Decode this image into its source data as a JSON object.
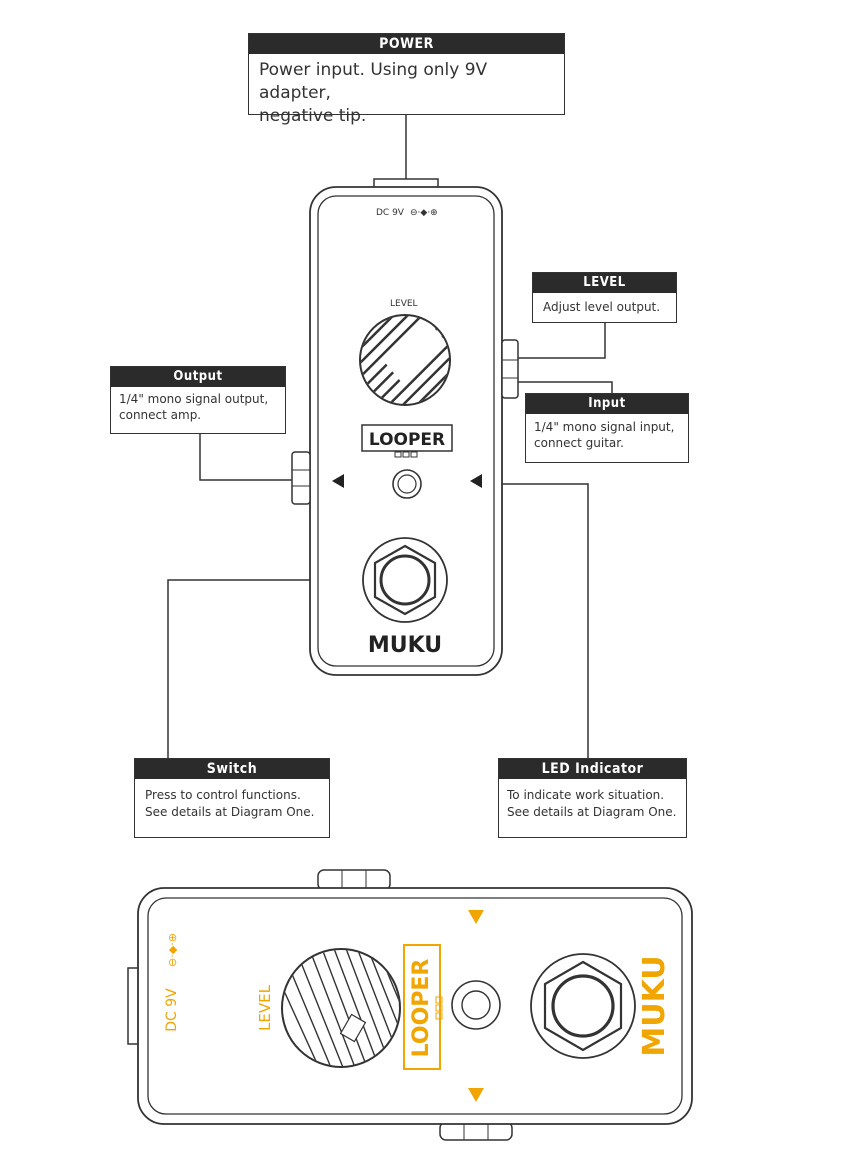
{
  "callouts": {
    "power": {
      "title": "POWER",
      "line1": "Power input. Using only 9V adapter,",
      "line2": "negative tip."
    },
    "level": {
      "title": "LEVEL",
      "line1": "Adjust level output."
    },
    "output": {
      "title": "Output",
      "line1": "1/4\" mono signal output,",
      "line2": "connect amp."
    },
    "input": {
      "title": "Input",
      "line1": "1/4\" mono signal input,",
      "line2": "connect guitar."
    },
    "switch": {
      "title": "Switch",
      "line1": "Press to control functions.",
      "line2": "See details at Diagram One."
    },
    "led": {
      "title": "LED Indicator",
      "line1": "To indicate work situation.",
      "line2": "See details at Diagram One."
    }
  },
  "pedal_front": {
    "dc_label": "DC 9V",
    "knob_label": "LEVEL",
    "logo": "LOOPER",
    "brand": "MUKU"
  },
  "pedal_top": {
    "dc_label": "DC 9V",
    "knob_label": "LEVEL",
    "logo": "LOOPER",
    "brand": "MUKU",
    "accent_color": "#f0a500"
  },
  "colors": {
    "line": "#333333",
    "header_bg": "#2b2b2b",
    "accent": "#f0a500"
  }
}
